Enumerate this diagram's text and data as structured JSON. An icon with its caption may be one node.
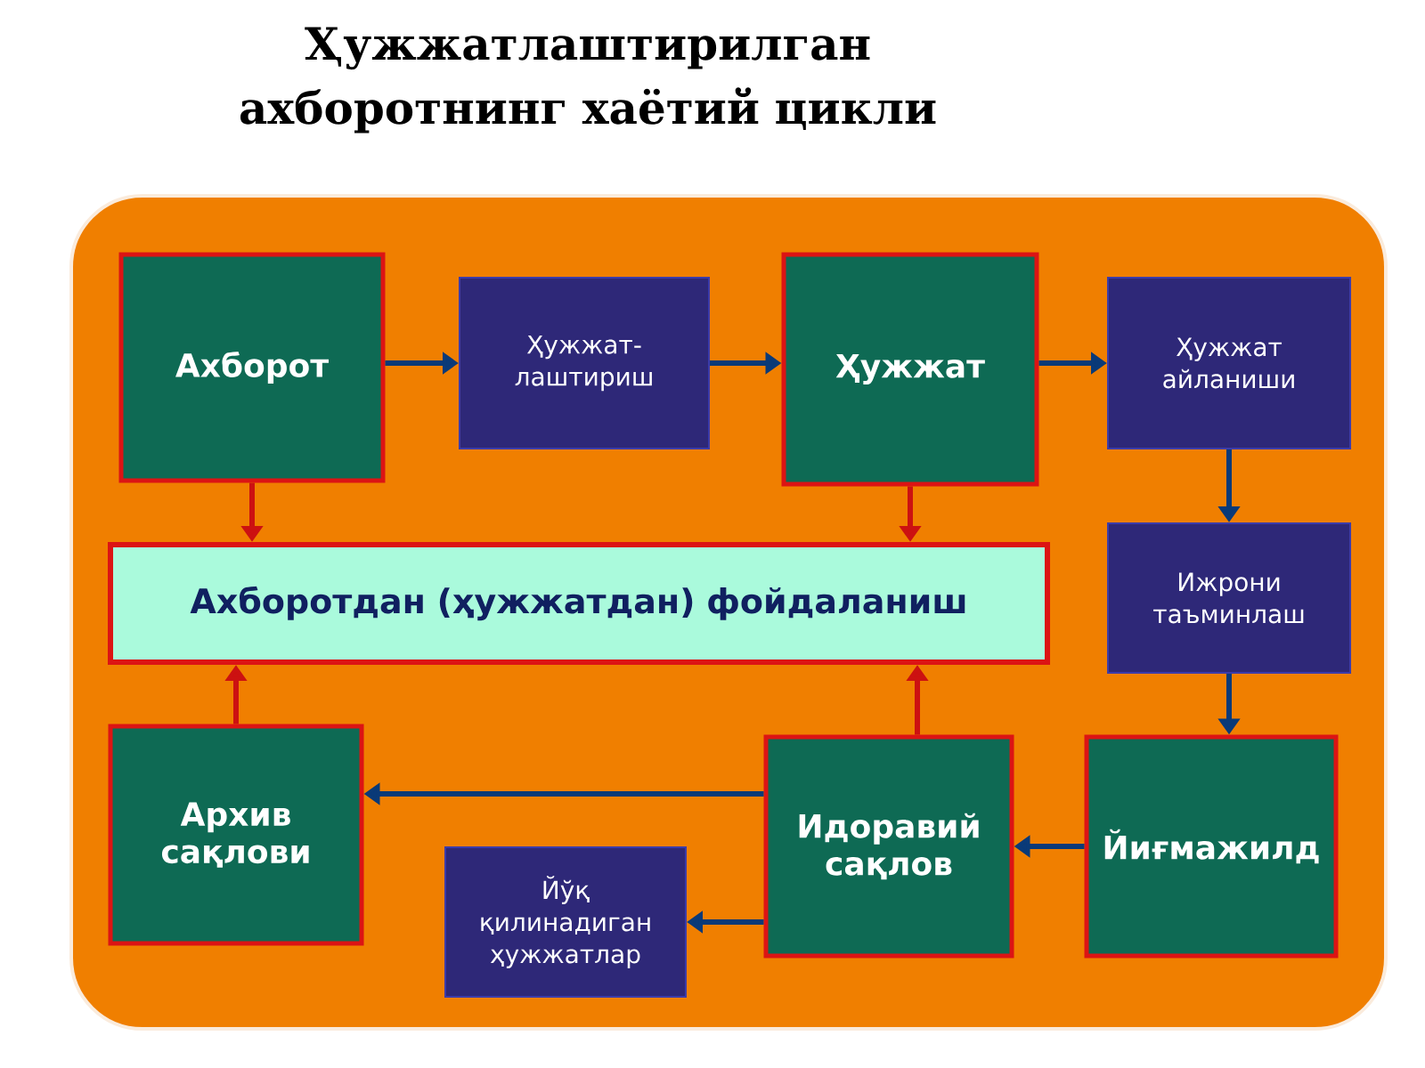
{
  "diagram": {
    "title": "Ҳужжатлаштирилган ахборотнинг хаётий цикли",
    "nodes": [
      {
        "text": [
          "Ахборот"
        ]
      },
      {
        "text": [
          "Ҳужжат- лаштириш"
        ]
      },
      {
        "text": [
          "Ҳужжат"
        ]
      },
      {
        "text": [
          "Ҳужжат айланиши"
        ]
      },
      {
        "text": [
          "Ахборотдан (ҳужжатдан) фойдаланиш"
        ]
      },
      {
        "text": [
          "Ижрони таъминлаш"
        ]
      },
      {
        "text": [
          "Архив сақлови"
        ]
      },
      {
        "text": [
          "Идоравий сақлов"
        ]
      },
      {
        "text": [
          "Йиғмажилд"
        ]
      },
      {
        "text": [
          "Йўқ қилинадиган ҳужжатлар"
        ]
      }
    ],
    "edges": [
      {
        "from": 0,
        "to": 1,
        "arrow": "to"
      },
      {
        "from": 1,
        "to": 2,
        "arrow": "to"
      },
      {
        "from": 2,
        "to": 3,
        "arrow": "to"
      },
      {
        "from": 3,
        "to": 5,
        "arrow": "to"
      },
      {
        "from": 5,
        "to": 8,
        "arrow": "to"
      },
      {
        "from": 8,
        "to": 7,
        "arrow": "to"
      },
      {
        "from": 7,
        "to": 6,
        "arrow": "to"
      },
      {
        "from": 7,
        "to": 9,
        "arrow": "to"
      },
      {
        "from": 0,
        "to": 4,
        "arrow": "to",
        "color": "#cc1111"
      },
      {
        "from": 2,
        "to": 4,
        "arrow": "to",
        "color": "#cc1111"
      },
      {
        "from": 6,
        "to": 4,
        "arrow": "to",
        "color": "#cc1111"
      },
      {
        "from": 7,
        "to": 4,
        "arrow": "to",
        "color": "#cc1111"
      }
    ]
  }
}
